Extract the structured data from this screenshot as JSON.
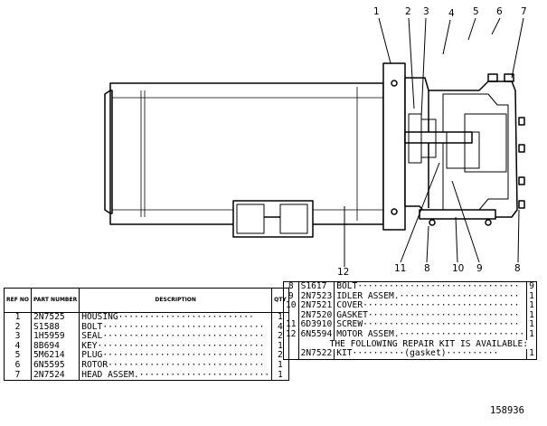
{
  "callouts": {
    "c1": "1",
    "c2": "2",
    "c3": "3",
    "c4": "4",
    "c5": "5",
    "c6": "6",
    "c7": "7",
    "c12": "12",
    "c11": "11",
    "c8a": "8",
    "c10": "10",
    "c9": "9",
    "c8b": "8"
  },
  "parts_table_left": {
    "headers": {
      "ref": "REF NO",
      "part_number": "PART NUMBER",
      "description": "DESCRIPTION",
      "qty": "QTY"
    },
    "rows": [
      {
        "ref": "1",
        "pn": "2N7525",
        "desc": "HOUSING··························",
        "qty": "1"
      },
      {
        "ref": "2",
        "pn": "S1588",
        "desc": "BOLT·······························",
        "qty": "4"
      },
      {
        "ref": "3",
        "pn": "1H5959",
        "desc": "SEAL·······························",
        "qty": "2"
      },
      {
        "ref": "4",
        "pn": "8B694",
        "desc": "KEY································",
        "qty": "1"
      },
      {
        "ref": "5",
        "pn": "5M6214",
        "desc": "PLUG·······························",
        "qty": "2"
      },
      {
        "ref": "6",
        "pn": "6N5595",
        "desc": "ROTOR······························",
        "qty": "1"
      },
      {
        "ref": "7",
        "pn": "2N7524",
        "desc": "HEAD ASSEM.·························",
        "qty": "1"
      }
    ]
  },
  "parts_table_right": {
    "rows": [
      {
        "ref": "8",
        "pn": "S1617",
        "desc": "BOLT·······························",
        "qty": "9"
      },
      {
        "ref": "9",
        "pn": "2N7523",
        "desc": "IDLER ASSEM.·······················",
        "qty": "1"
      },
      {
        "ref": "10",
        "pn": "2N7521",
        "desc": "COVER······························",
        "qty": "1"
      },
      {
        "ref": "",
        "pn": "2N7520",
        "desc": "GASKET·····························",
        "qty": "1"
      },
      {
        "ref": "11",
        "pn": "6D3910",
        "desc": "SCREW······························",
        "qty": "1"
      },
      {
        "ref": "12",
        "pn": "6N5594",
        "desc": "MOTOR ASSEM.························",
        "qty": "1"
      }
    ],
    "note": "THE FOLLOWING REPAIR KIT IS AVAILABLE:",
    "kit": {
      "pn": "2N7522",
      "desc": "KIT··········(gasket)··········",
      "qty": "1"
    }
  },
  "drawing_number": "158936"
}
